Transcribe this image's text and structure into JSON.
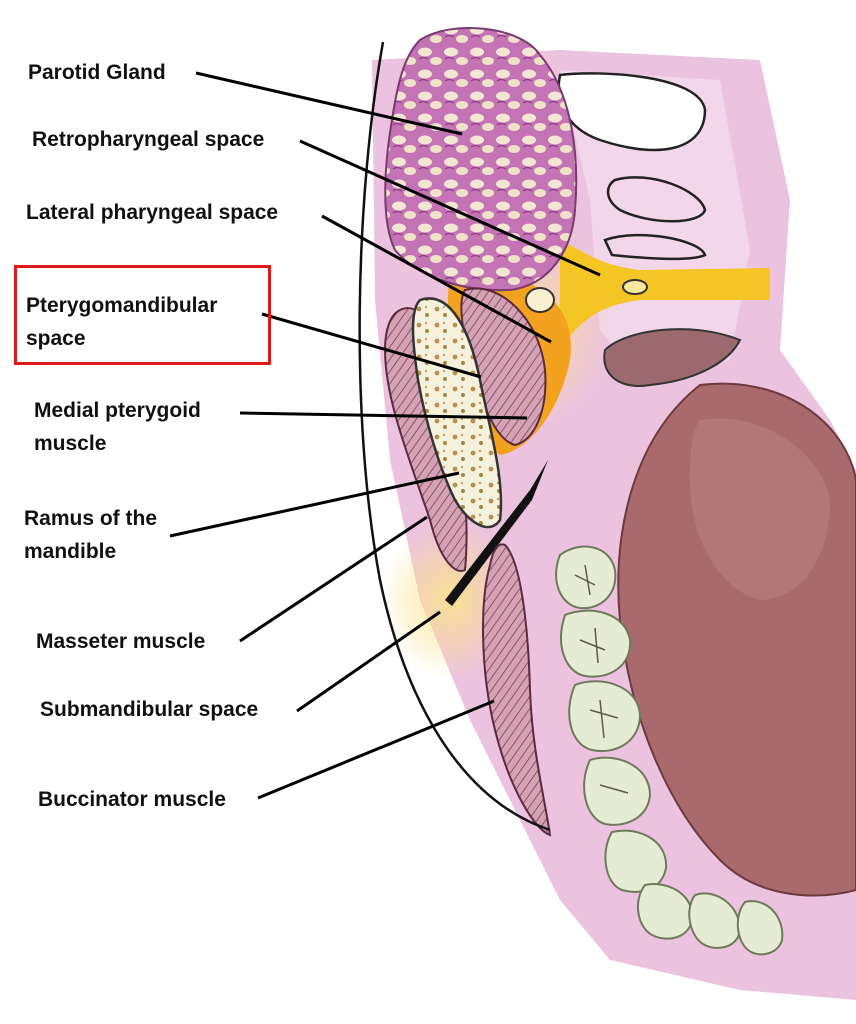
{
  "labels": {
    "parotid_gland": "Parotid Gland",
    "retropharyngeal_space": "Retropharyngeal space",
    "lateral_pharyngeal_space": "Lateral pharyngeal space",
    "pterygomandibular_line1": "Pterygomandibular",
    "pterygomandibular_line2": "space",
    "medial_pterygoid_line1": "Medial pterygoid",
    "medial_pterygoid_line2": "muscle",
    "ramus_line1": "Ramus of the",
    "ramus_line2": "mandible",
    "masseter_muscle": "Masseter muscle",
    "submandibular_space": "Submandibular space",
    "buccinator_muscle": "Buccinator muscle"
  },
  "colors": {
    "highlight_box": "#e01818",
    "leader_lines": "#000000",
    "gland": "#c879b8",
    "mucosa": "#e9b3d8",
    "space_fill": "#f7b52a",
    "tongue": "#a86a6c",
    "teeth": "#e9eed8",
    "muscle": "#c48a9a"
  }
}
